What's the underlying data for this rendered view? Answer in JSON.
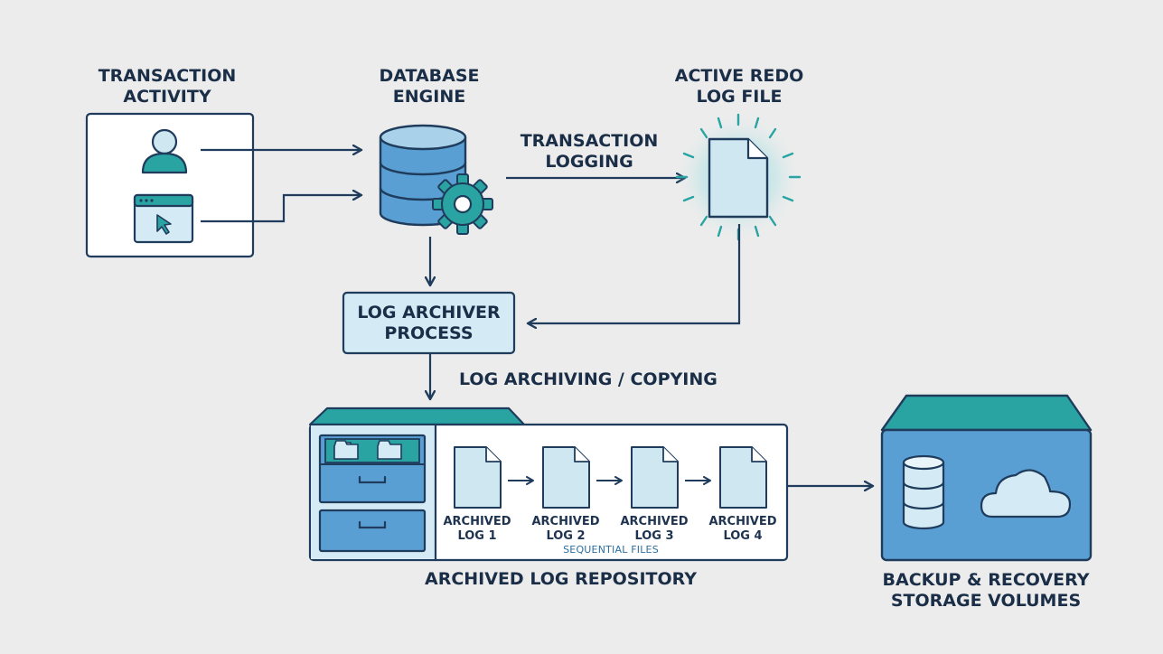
{
  "colors": {
    "background": "#ececec",
    "stroke": "#1f3c5c",
    "box_fill": "#ffffff",
    "accent_teal": "#2aa3a3",
    "file_fill": "#cfe7f1",
    "blue_fill": "#5a9fd4",
    "light_blue": "#d4eaf4"
  },
  "labels": {
    "transaction_activity": [
      "TRANSACTION",
      "ACTIVITY"
    ],
    "database_engine": [
      "DATABASE",
      "ENGINE"
    ],
    "active_redo_log": [
      "ACTIVE REDO",
      "LOG FILE"
    ],
    "transaction_logging": [
      "TRANSACTION",
      "LOGGING"
    ],
    "log_archiver": [
      "LOG ARCHIVER",
      "PROCESS"
    ],
    "log_archiving": "LOG ARCHIVING / COPYING",
    "repository": "ARCHIVED LOG REPOSITORY",
    "backup_storage": [
      "BACKUP & RECOVERY",
      "STORAGE VOLUMES"
    ],
    "sequential_files": "SEQUENTIAL FILES"
  },
  "archived_logs": [
    [
      "ARCHIVED",
      "LOG 1"
    ],
    [
      "ARCHIVED",
      "LOG 2"
    ],
    [
      "ARCHIVED",
      "LOG 3"
    ],
    [
      "ARCHIVED",
      "LOG 4"
    ]
  ],
  "icons": {
    "user": "user-icon",
    "browser": "browser-window-icon",
    "database": "database-icon",
    "gear": "gear-icon",
    "redo_file": "document-icon",
    "cabinet": "file-cabinet-icon",
    "storage_db": "database-icon",
    "cloud": "cloud-icon"
  }
}
